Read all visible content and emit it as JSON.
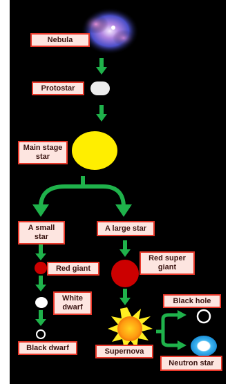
{
  "diagram": {
    "colors": {
      "background": "#000000",
      "label_fill": "#fde5e0",
      "label_border": "#e8382a",
      "arrow": "#1fb24b"
    },
    "labels": {
      "nebula": "Nebula",
      "protostar": "Protostar",
      "main_stage_star": "Main stage\nstar",
      "small_star": "A small\nstar",
      "large_star": "A large star",
      "red_giant": "Red giant",
      "red_super_giant": "Red super\ngiant",
      "white_dwarf": "White\ndwarf",
      "supernova": "Supernova",
      "black_hole": "Black hole",
      "black_dwarf": "Black dwarf",
      "neutron_star": "Neutron star"
    }
  }
}
